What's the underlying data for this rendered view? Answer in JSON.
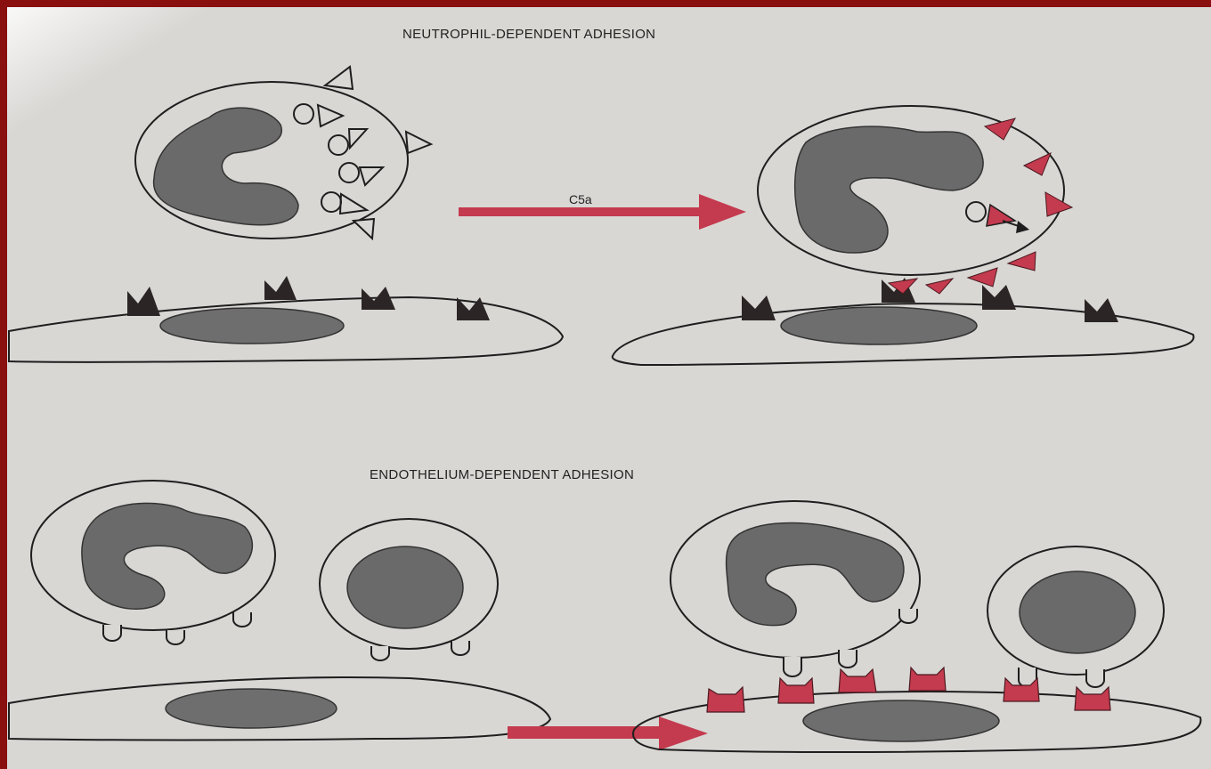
{
  "titles": {
    "top": "NEUTROPHIL-DEPENDENT ADHESION",
    "bottom": "ENDOTHELIUM-DEPENDENT ADHESION"
  },
  "labels": {
    "arrow": "C5a"
  },
  "colors": {
    "frame": "#8a0f0f",
    "paper": "#d9d7d4",
    "accent": "#c43a4e",
    "nucleus": "#6e6e6e",
    "receptor": "#2b2525",
    "outline": "#1e1e1e"
  }
}
